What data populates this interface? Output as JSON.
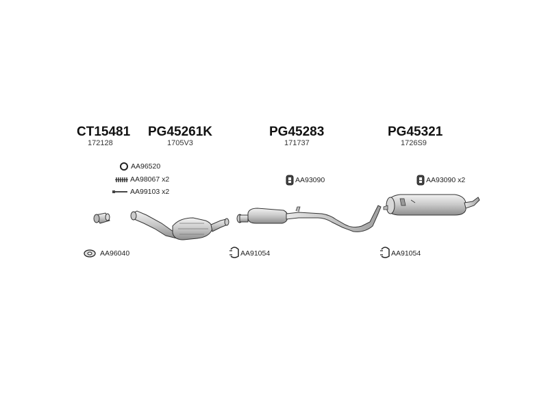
{
  "sections": [
    {
      "code": "CT15481",
      "sub": "172128"
    },
    {
      "code": "PG45261K",
      "sub": "1705V3"
    },
    {
      "code": "PG45283",
      "sub": "171737"
    },
    {
      "code": "PG45321",
      "sub": "1726S9"
    }
  ],
  "parts": {
    "ring": "AA96520",
    "spring": "AA98067 x2",
    "bolt": "AA99103 x2",
    "gasket_front": "AA96040",
    "hanger_mid": "AA93090",
    "hanger_rear": "AA93090 x2",
    "clamp_mid": "AA91054",
    "clamp_rear": "AA91054"
  }
}
